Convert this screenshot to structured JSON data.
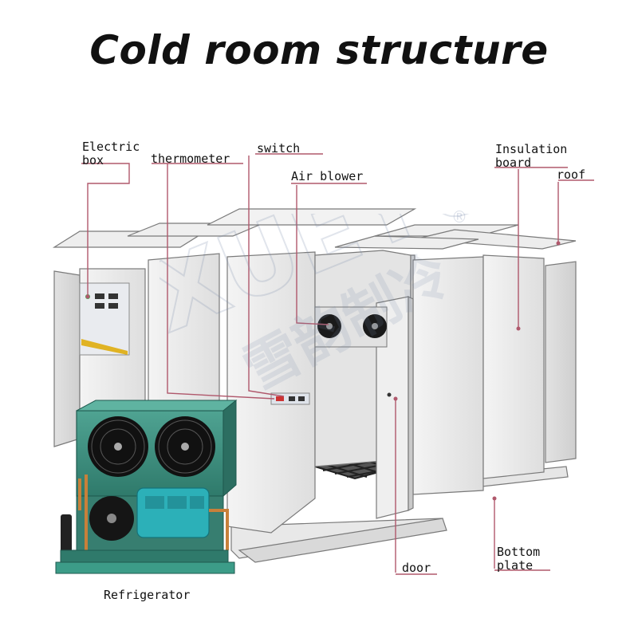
{
  "title": "Cold room structure",
  "labels": {
    "electric_box": [
      "Electric",
      "box"
    ],
    "thermometer": "thermometer",
    "switch": "switch",
    "air_blower": "Air blower",
    "insulation_board": [
      "Insulation",
      "board"
    ],
    "roof": "roof",
    "door": "door",
    "bottom_plate": [
      "Bottom",
      "plate"
    ],
    "refrigerator": "Refrigerator"
  },
  "watermark": {
    "latin": "XUEYUN",
    "chinese": "雪韵制冷",
    "registered": "®"
  },
  "colors": {
    "leader_line": "#b0586c",
    "panel": "#ececec",
    "panel_edge": "#7a7a7a",
    "condensing_unit": "#3a8a7a",
    "compressor": "#2aa8b0"
  }
}
